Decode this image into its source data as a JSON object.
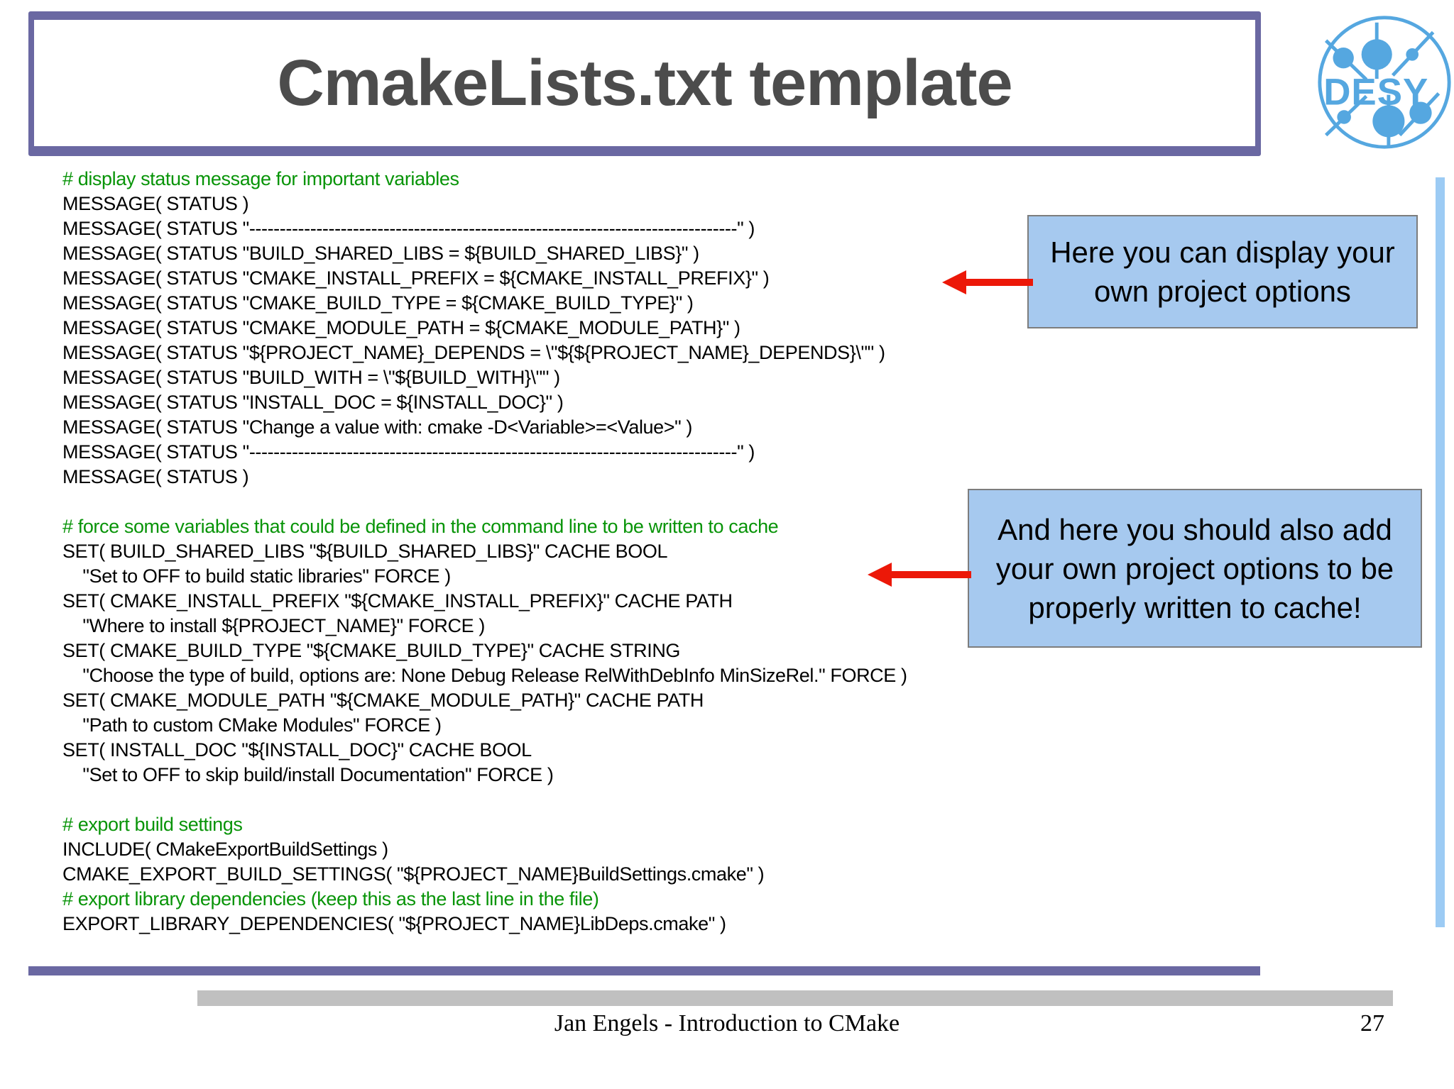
{
  "slide": {
    "title": "CmakeLists.txt template",
    "footer": "Jan Engels - Introduction to CMake",
    "page_number": "27"
  },
  "logo": {
    "text": "DESY"
  },
  "colors": {
    "accent-purple": "#6A68A2",
    "comment-green": "#089408",
    "callout-blue": "#A6C9EF",
    "callout-border": "#7D7D7D",
    "arrow-red": "#EC1808",
    "footer-gray": "#C0C0C0",
    "scrollbar-blue": "#9CCBF4",
    "title-gray": "#4C4C4C",
    "logo-blue": "#55A7E0"
  },
  "callouts": [
    {
      "text": "Here you can display your own project options"
    },
    {
      "text": "And here you should also add your own project options to be properly written to cache!"
    }
  ],
  "code": {
    "lines": [
      {
        "type": "comment",
        "text": "# display status message for important variables"
      },
      {
        "type": "code",
        "text": "MESSAGE( STATUS )"
      },
      {
        "type": "code",
        "text": "MESSAGE( STATUS \"--------------------------------------------------------------------------------\" )"
      },
      {
        "type": "code",
        "text": "MESSAGE( STATUS \"BUILD_SHARED_LIBS = ${BUILD_SHARED_LIBS}\" )"
      },
      {
        "type": "code",
        "text": "MESSAGE( STATUS \"CMAKE_INSTALL_PREFIX = ${CMAKE_INSTALL_PREFIX}\" )"
      },
      {
        "type": "code",
        "text": "MESSAGE( STATUS \"CMAKE_BUILD_TYPE = ${CMAKE_BUILD_TYPE}\" )"
      },
      {
        "type": "code",
        "text": "MESSAGE( STATUS \"CMAKE_MODULE_PATH = ${CMAKE_MODULE_PATH}\" )"
      },
      {
        "type": "code",
        "text": "MESSAGE( STATUS \"${PROJECT_NAME}_DEPENDS = \\\"${${PROJECT_NAME}_DEPENDS}\\\"\" )"
      },
      {
        "type": "code",
        "text": "MESSAGE( STATUS \"BUILD_WITH = \\\"${BUILD_WITH}\\\"\" )"
      },
      {
        "type": "code",
        "text": "MESSAGE( STATUS \"INSTALL_DOC = ${INSTALL_DOC}\" )"
      },
      {
        "type": "code",
        "text": "MESSAGE( STATUS \"Change a value with: cmake -D<Variable>=<Value>\" )"
      },
      {
        "type": "code",
        "text": "MESSAGE( STATUS \"--------------------------------------------------------------------------------\" )"
      },
      {
        "type": "code",
        "text": "MESSAGE( STATUS )"
      },
      {
        "type": "blank",
        "text": ""
      },
      {
        "type": "comment",
        "text": "# force some variables that could be defined in the command line to be written to cache"
      },
      {
        "type": "code",
        "text": "SET( BUILD_SHARED_LIBS \"${BUILD_SHARED_LIBS}\" CACHE BOOL"
      },
      {
        "type": "code",
        "text": "    \"Set to OFF to build static libraries\" FORCE )"
      },
      {
        "type": "code",
        "text": "SET( CMAKE_INSTALL_PREFIX \"${CMAKE_INSTALL_PREFIX}\" CACHE PATH"
      },
      {
        "type": "code",
        "text": "    \"Where to install ${PROJECT_NAME}\" FORCE )"
      },
      {
        "type": "code",
        "text": "SET( CMAKE_BUILD_TYPE \"${CMAKE_BUILD_TYPE}\" CACHE STRING"
      },
      {
        "type": "code",
        "text": "    \"Choose the type of build, options are: None Debug Release RelWithDebInfo MinSizeRel.\" FORCE )"
      },
      {
        "type": "code",
        "text": "SET( CMAKE_MODULE_PATH \"${CMAKE_MODULE_PATH}\" CACHE PATH"
      },
      {
        "type": "code",
        "text": "    \"Path to custom CMake Modules\" FORCE )"
      },
      {
        "type": "code",
        "text": "SET( INSTALL_DOC \"${INSTALL_DOC}\" CACHE BOOL"
      },
      {
        "type": "code",
        "text": "    \"Set to OFF to skip build/install Documentation\" FORCE )"
      },
      {
        "type": "blank",
        "text": ""
      },
      {
        "type": "comment",
        "text": "# export build settings"
      },
      {
        "type": "code",
        "text": "INCLUDE( CMakeExportBuildSettings )"
      },
      {
        "type": "code",
        "text": "CMAKE_EXPORT_BUILD_SETTINGS( \"${PROJECT_NAME}BuildSettings.cmake\" )"
      },
      {
        "type": "comment",
        "text": "# export library dependencies (keep this as the last line in the file)"
      },
      {
        "type": "code",
        "text": "EXPORT_LIBRARY_DEPENDENCIES( \"${PROJECT_NAME}LibDeps.cmake\" )"
      }
    ]
  }
}
